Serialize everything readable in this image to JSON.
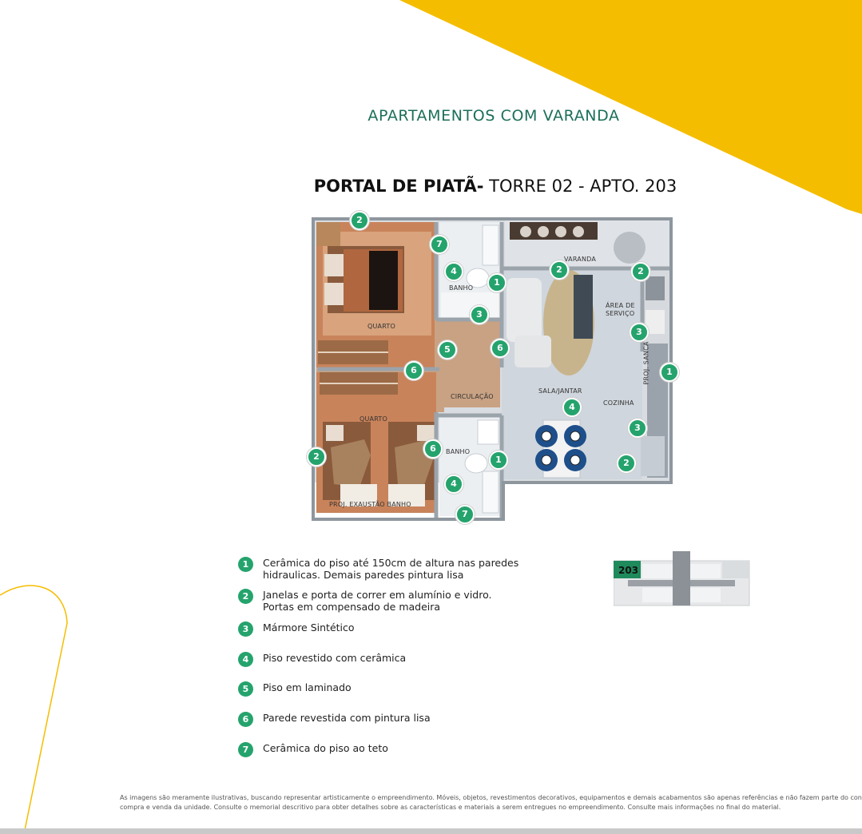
{
  "header": {
    "subtitle": "APARTAMENTOS COM VARANDA",
    "title_bold": "PORTAL DE PIATÃ-",
    "title_rest": " TORRE 02 - APTO. 203"
  },
  "colors": {
    "accent_yellow": "#f5bd00",
    "accent_green": "#25a36d",
    "subtitle_green": "#1c6f5a"
  },
  "floorplan": {
    "rooms": {
      "quarto_1": "QUARTO",
      "quarto_2": "QUARTO",
      "banho_1": "BANHO",
      "banho_2": "BANHO",
      "varanda": "VARANDA",
      "area_servico_1": "ÁREA DE",
      "area_servico_2": "SERVIÇO",
      "circulacao": "CIRCULAÇÃO",
      "sala_jantar": "SALA/JANTAR",
      "cozinha": "COZINHA",
      "proj_sanca": "PROJ. SANCA",
      "proj_exaustao": "PROJ. EXAUSTÃO BANHO"
    },
    "markers": [
      "2",
      "7",
      "4",
      "1",
      "3",
      "5",
      "6",
      "6",
      "2",
      "2",
      "3",
      "1",
      "3",
      "2",
      "4",
      "6",
      "1",
      "4",
      "7",
      "2"
    ]
  },
  "legend": [
    {
      "num": "1",
      "text": "Cerâmica do piso até 150cm de altura nas paredes\nhidraulicas. Demais paredes pintura lisa"
    },
    {
      "num": "2",
      "text": "Janelas e porta de correr em alumínio e vidro.\nPortas em compensado de madeira"
    },
    {
      "num": "3",
      "text": "Mármore Sintético"
    },
    {
      "num": "4",
      "text": "Piso revestido com cerâmica"
    },
    {
      "num": "5",
      "text": "Piso em laminado"
    },
    {
      "num": "6",
      "text": "Parede revestida com pintura lisa"
    },
    {
      "num": "7",
      "text": "Cerâmica do piso ao teto"
    }
  ],
  "keyplan": {
    "unit_label": "203"
  },
  "disclaimer": {
    "line1": "As imagens são meramente ilustrativas, buscando representar artisticamente o empreendimento. Móveis, objetos, revestimentos decorativos, equipamentos e demais acabamentos são apenas referências e não fazem parte do contrato de",
    "line2": "compra e venda da unidade. Consulte o memorial descritivo para obter detalhes sobre as características e materiais a serem entregues no empreendimento. Consulte mais informações no final do material."
  }
}
